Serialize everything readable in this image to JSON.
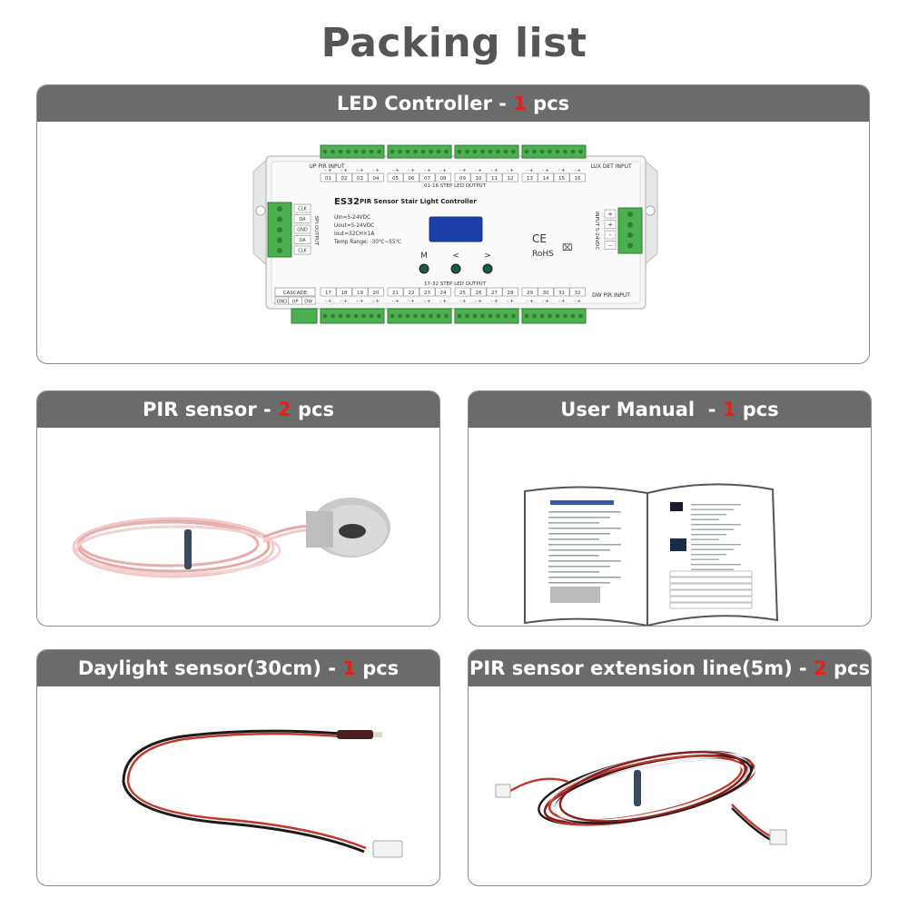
{
  "title": "Packing list",
  "colors": {
    "header_bg": "#6b6b6b",
    "qty": "#e3211b",
    "title": "#555555"
  },
  "items": [
    {
      "name": "LED Controller",
      "sep": " - ",
      "qty": "1",
      "unit": " pcs"
    },
    {
      "name": "PIR sensor",
      "sep": " - ",
      "qty": "2",
      "unit": " pcs"
    },
    {
      "name": "User Manual ",
      "sep": " - ",
      "qty": "1",
      "unit": " pcs"
    },
    {
      "name": "Daylight sensor(30cm)",
      "sep": " - ",
      "qty": "1",
      "unit": " pcs"
    },
    {
      "name": "PIR sensor extension line(5m)",
      "sep": " - ",
      "qty": "2",
      "unit": " pcs"
    }
  ],
  "controller": {
    "model": "ES32",
    "name": "PIR Sensor Stair Light Controller",
    "specs": [
      "Uin=5-24VDC",
      "Uout=5-24VDC",
      "Iout=32CH×1A",
      "Temp Range: -30℃~55℃"
    ],
    "top_left_label": "UP PIR INPUT",
    "top_right_label": "LUX DET INPUT",
    "bottom_right_label": "DW PIR INPUT",
    "cascade_label": "CASCADE",
    "cascade_pins": [
      "GND",
      "UP",
      "DW"
    ],
    "top_channels": [
      "01",
      "02",
      "03",
      "04",
      "05",
      "06",
      "07",
      "08",
      "09",
      "10",
      "11",
      "12",
      "13",
      "14",
      "15",
      "16"
    ],
    "bottom_channels": [
      "17",
      "18",
      "19",
      "20",
      "21",
      "22",
      "23",
      "24",
      "25",
      "26",
      "27",
      "28",
      "29",
      "30",
      "31",
      "32"
    ],
    "top_output_label": "01-16 STEP LED OUTPUT",
    "bottom_output_label": "17-32 STEP LED OUTPUT",
    "spi_pins": [
      "CLK",
      "DA",
      "GND",
      "DA",
      "CLK"
    ],
    "spi_label": "SPI OUTPUT",
    "input_label": "INPUT 5-24VDC",
    "input_pins": [
      "+",
      "+",
      "-",
      "-"
    ],
    "buttons": [
      "M",
      "<",
      ">"
    ],
    "cert_ce": "CE",
    "cert_rohs": "RoHS"
  }
}
